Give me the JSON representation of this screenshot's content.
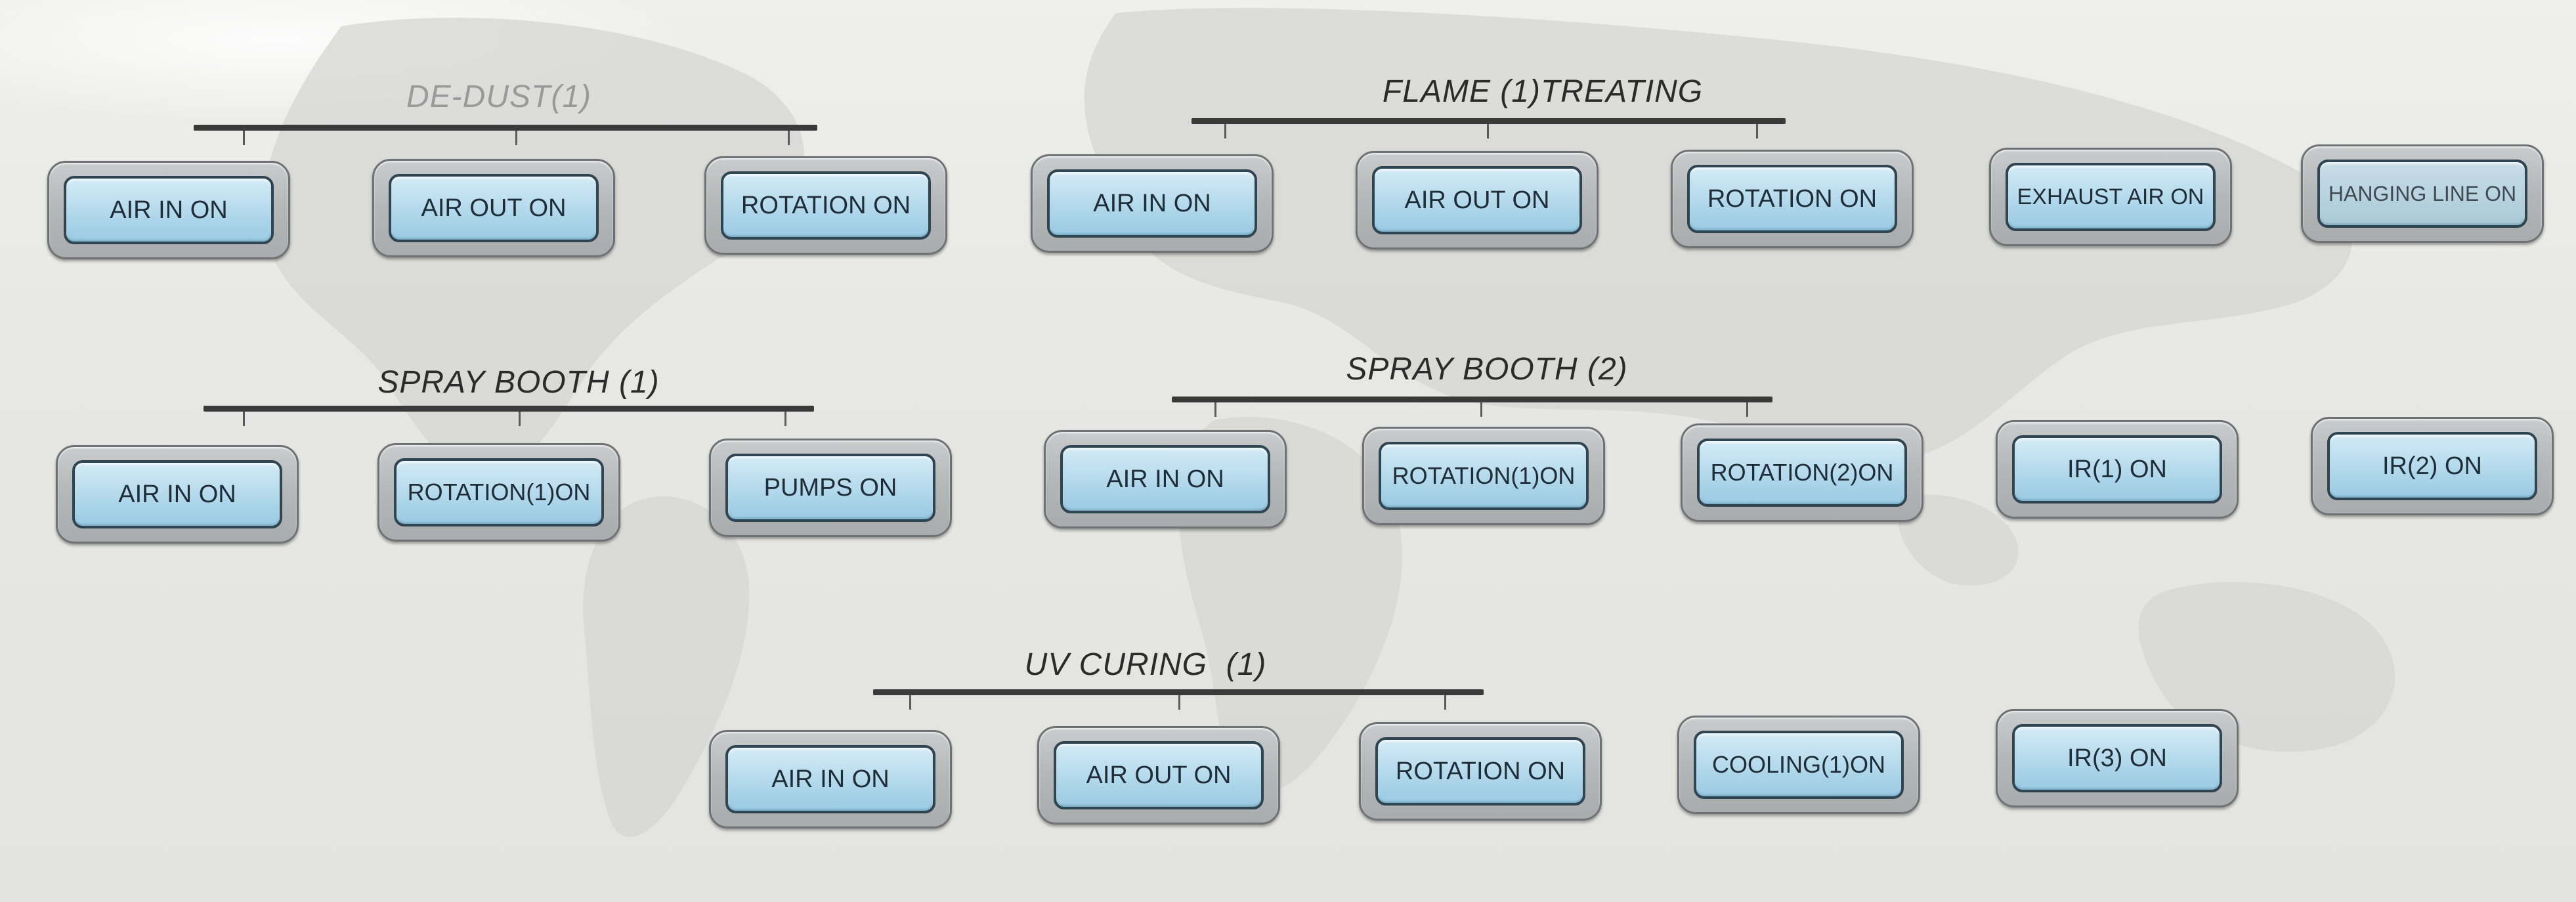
{
  "groups": [
    {
      "title": "DE-DUST(1)",
      "buttons": [
        "AIR IN ON",
        "AIR OUT ON",
        "ROTATION ON"
      ]
    },
    {
      "title": "FLAME (1)TREATING",
      "buttons": [
        "AIR IN ON",
        "AIR OUT ON",
        "ROTATION ON",
        "EXHAUST AIR ON",
        "HANGING LINE ON"
      ]
    },
    {
      "title": "SPRAY BOOTH (1)",
      "buttons": [
        "AIR IN ON",
        "ROTATION(1)ON",
        "PUMPS ON"
      ]
    },
    {
      "title": "SPRAY BOOTH (2)",
      "buttons": [
        "AIR IN ON",
        "ROTATION(1)ON",
        "ROTATION(2)ON",
        "IR(1) ON",
        "IR(2) ON"
      ]
    },
    {
      "title": "UV CURING  (1)",
      "buttons": [
        "AIR IN ON",
        "AIR OUT ON",
        "ROTATION ON",
        "COOLING(1)ON",
        "IR(3) ON"
      ]
    }
  ],
  "colors": {
    "button_face": "#bfe0f0",
    "button_border": "#2f4552",
    "button_frame": "#b4b7b8",
    "background": "#e7e7e4",
    "bracket": "#3a3a3a"
  }
}
